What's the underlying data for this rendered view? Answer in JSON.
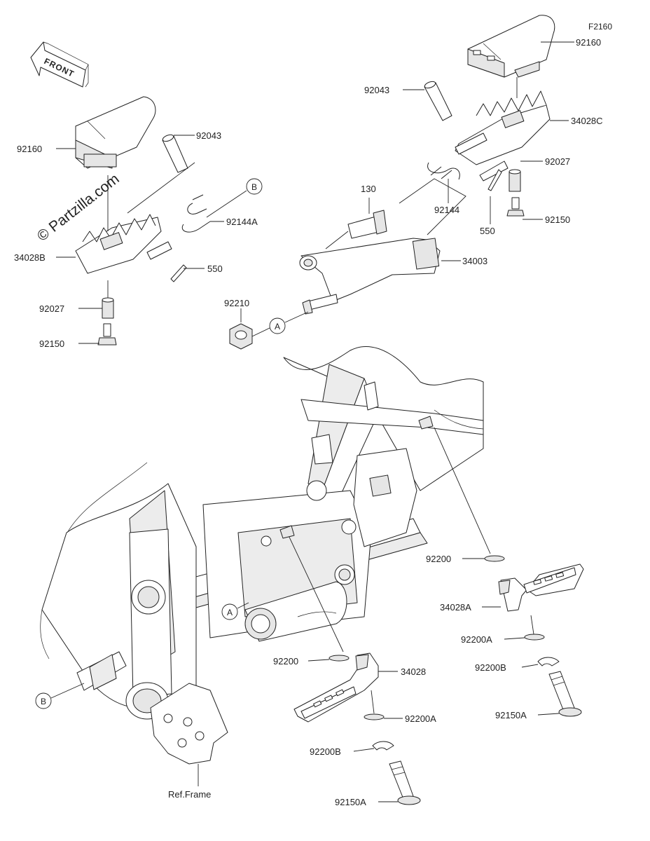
{
  "figure_code": "F2160",
  "watermark": "© Partzilla.com",
  "front_label": "FRONT",
  "ref_frame_label": "Ref.Frame",
  "callouts": {
    "a": "A",
    "b": "B"
  },
  "labels": {
    "p92160_r": "92160",
    "p92043_r": "92043",
    "p34028c": "34028C",
    "p92027_r": "92027",
    "p92150_r": "92150",
    "p92144": "92144",
    "p550_r": "550",
    "p130": "130",
    "p34003": "34003",
    "p92210": "92210",
    "p92160_l": "92160",
    "p92043_l": "92043",
    "p92144a": "92144A",
    "p34028b": "34028B",
    "p550_l": "550",
    "p92027_l": "92027",
    "p92150_l": "92150",
    "p92200_r": "92200",
    "p34028a": "34028A",
    "p92200a_r": "92200A",
    "p92200b_r": "92200B",
    "p92150a_r": "92150A",
    "p92200_c": "92200",
    "p34028": "34028",
    "p92200a_c": "92200A",
    "p92200b_c": "92200B",
    "p92150a_c": "92150A"
  }
}
